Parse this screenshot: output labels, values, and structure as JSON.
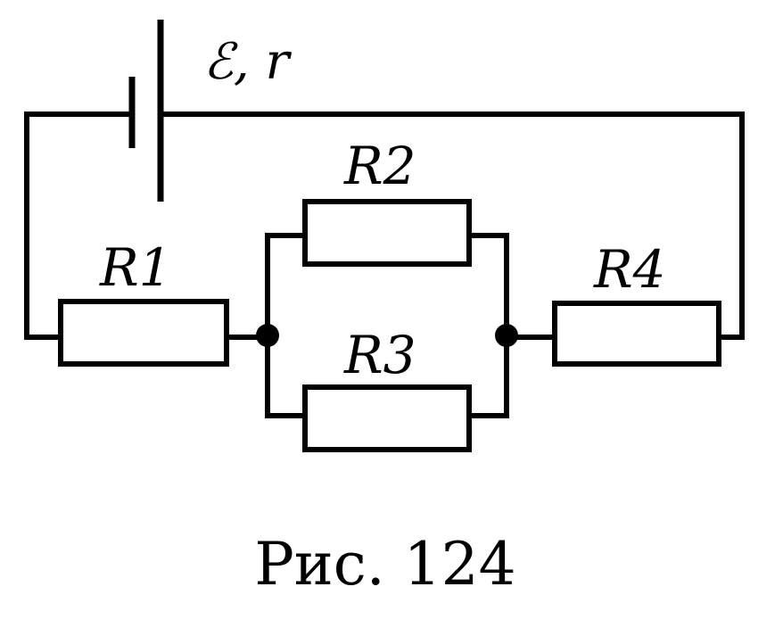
{
  "battery": {
    "label": "ℰ, r"
  },
  "resistors": [
    {
      "id": "r1",
      "label": "R1"
    },
    {
      "id": "r2",
      "label": "R2"
    },
    {
      "id": "r3",
      "label": "R3"
    },
    {
      "id": "r4",
      "label": "R4"
    }
  ],
  "caption": "Рис. 124"
}
